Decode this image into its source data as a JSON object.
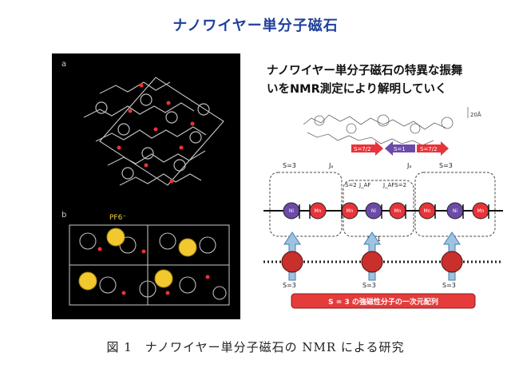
{
  "title": "ナノワイヤー単分子磁石",
  "figure": {
    "panel_a_label": "a",
    "panel_b_label": "b",
    "pf6_label": "PF6⁻",
    "heading_line1": "ナノワイヤー単分子磁石の特異な振舞",
    "heading_line2": "いをNMR測定により解明していく",
    "scale_label": "20Å",
    "spin_chain": {
      "arrow_labels": [
        "S=7/2",
        "S=1",
        "S=7/2"
      ],
      "segment_labels": [
        "S=3",
        "S=1",
        "S=3"
      ],
      "j_labels": [
        "Jₐ",
        "Jₐ"
      ],
      "jaf_label": "J_AF",
      "jafs_label": "J_AFS=2",
      "s2_label": "S=2",
      "ion_labels": [
        "Mn",
        "Ni",
        "Mn",
        "Mn",
        "Ni",
        "Mn",
        "Mn",
        "Ni"
      ],
      "bottom_labels": [
        "S=3",
        "S=3",
        "S=3"
      ]
    },
    "banner_text": "S = 3 の強磁性分子の一次元配列"
  },
  "caption": "図 1　ナノワイヤー単分子磁石の NMR による研究",
  "colors": {
    "title": "#1f3f9c",
    "mn": "#e8333a",
    "ni": "#6b4aa8",
    "banner": "#e53b3b"
  }
}
